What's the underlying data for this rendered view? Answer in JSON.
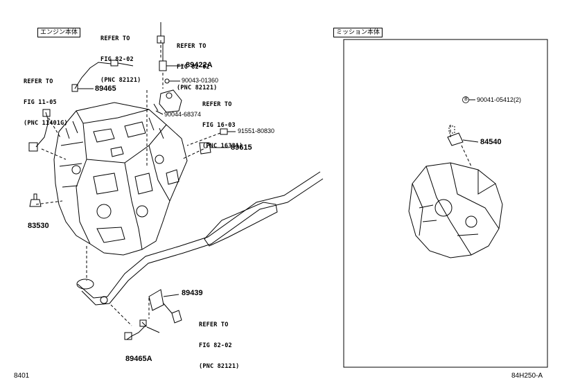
{
  "sections": {
    "engine_label": "エンジン本体",
    "transmission_label": "ミッション本体"
  },
  "refs": {
    "ref_top1": [
      "REFER TO",
      "FIG 82-02",
      "(PNC 82121)"
    ],
    "ref_top2": [
      "REFER TO",
      "FIG 82-02",
      "(PNC 82121)"
    ],
    "ref_left": [
      "REFER TO",
      "FIG 11-05",
      "(PNC 11401G)"
    ],
    "ref_mid": [
      "REFER TO",
      "FIG 16-03",
      "(PNC 16331)"
    ],
    "ref_bottom": [
      "REFER TO",
      "FIG 82-02",
      "(PNC 82121)"
    ]
  },
  "parts": {
    "p89422A": "89422A",
    "p90043": "90043-01360",
    "p89465": "89465",
    "p90044": "90044-68374",
    "p91551": "91551-80830",
    "p89615": "89615",
    "p83530": "83530",
    "p89439": "89439",
    "p89465A": "89465A",
    "p90041": "90041-05412(2)",
    "p90041_marker": "B",
    "p84540": "84540"
  },
  "footer": {
    "left_code": "8401",
    "right_code": "84H250-A"
  }
}
